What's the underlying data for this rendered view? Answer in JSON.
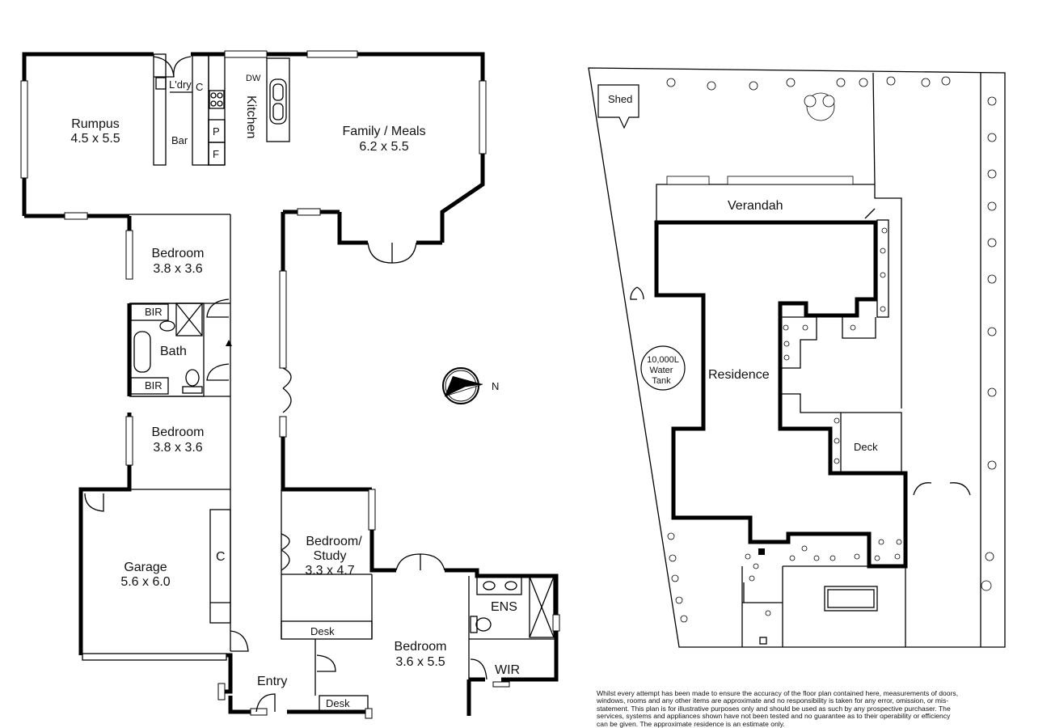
{
  "floor_plan": {
    "rooms": [
      {
        "id": "rumpus",
        "name": "Rumpus",
        "dims": "4.5 x 5.5"
      },
      {
        "id": "family",
        "name": "Family / Meals",
        "dims": "6.2 x 5.5"
      },
      {
        "id": "bed1",
        "name": "Bedroom",
        "dims": "3.8 x 3.6"
      },
      {
        "id": "bed2",
        "name": "Bedroom",
        "dims": "3.8 x 3.6"
      },
      {
        "id": "garage",
        "name": "Garage",
        "dims": "5.6 x 6.0"
      },
      {
        "id": "study",
        "name": "Bedroom/",
        "name2": "Study",
        "dims": "3.3 x 4.7"
      },
      {
        "id": "master",
        "name": "Bedroom",
        "dims": "3.6 x 5.5"
      }
    ],
    "labels": {
      "laundry": "L'dry",
      "cupboard": "C",
      "bar": "Bar",
      "pantry": "P",
      "fridge": "F",
      "dishwasher": "DW",
      "kitchen": "Kitchen",
      "bir": "BIR",
      "bath": "Bath",
      "garage_cupboard": "C",
      "desk": "Desk",
      "entry": "Entry",
      "ens": "ENS",
      "wir": "WIR"
    },
    "compass": {
      "label": "N"
    }
  },
  "site_plan": {
    "labels": {
      "shed": "Shed",
      "verandah": "Verandah",
      "residence": "Residence",
      "tank_line1": "10,000L",
      "tank_line2": "Water",
      "tank_line3": "Tank",
      "deck": "Deck"
    }
  },
  "disclaimer": "Whilst every attempt has been made to ensure the accuracy of the floor plan contained here, measurements of doors, windows, rooms and any other items are approximate and no responsibility is taken for any error, omission, or mis-statement.  This plan is for illustrative purposes only and should be used as such by any prospective purchaser.  The services, systems and appliances shown have not been tested and no guarantee as to their operability or efficiency can be given.  The approximate residence is an estimate only."
}
